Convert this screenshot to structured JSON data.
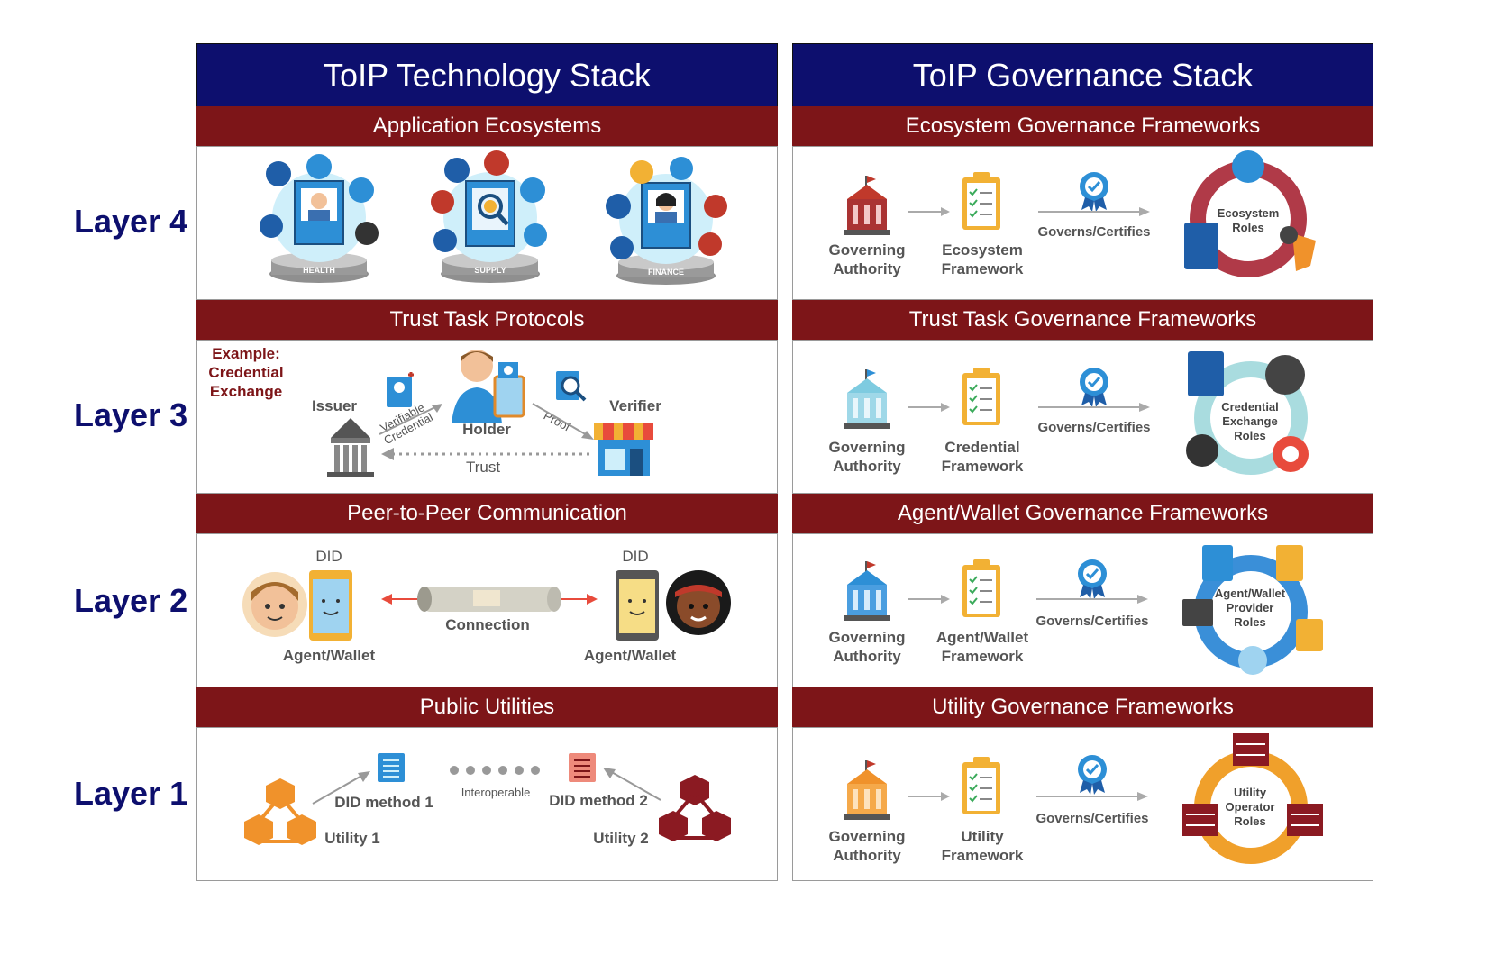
{
  "technology": {
    "title": "ToIP Technology Stack",
    "layer4": {
      "header": "Application Ecosystems",
      "hubs": [
        "HEALTH",
        "SUPPLY",
        "FINANCE"
      ]
    },
    "layer3": {
      "header": "Trust Task Protocols",
      "example": "Example:\nCredential\nExchange",
      "issuer": "Issuer",
      "holder": "Holder",
      "verifier": "Verifier",
      "verifiable_credential": "Verifiable\nCredential",
      "proof": "Proof",
      "trust": "Trust"
    },
    "layer2": {
      "header": "Peer-to-Peer Communication",
      "did_left": "DID",
      "did_right": "DID",
      "connection": "Connection",
      "agent_left": "Agent/Wallet",
      "agent_right": "Agent/Wallet"
    },
    "layer1": {
      "header": "Public Utilities",
      "did_method_1": "DID method 1",
      "did_method_2": "DID method 2",
      "interoperable": "Interoperable",
      "utility_1": "Utility 1",
      "utility_2": "Utility 2"
    }
  },
  "governance": {
    "title": "ToIP Governance Stack",
    "governs": "Governs/Certifies",
    "governing_authority": "Governing\nAuthority",
    "layer4": {
      "header": "Ecosystem Governance Frameworks",
      "framework": "Ecosystem\nFramework",
      "roles": "Ecosystem\nRoles"
    },
    "layer3": {
      "header": "Trust Task Governance Frameworks",
      "framework": "Credential\nFramework",
      "roles": "Credential\nExchange\nRoles"
    },
    "layer2": {
      "header": "Agent/Wallet Governance Frameworks",
      "framework": "Agent/Wallet\nFramework",
      "roles": "Agent/Wallet\nProvider\nRoles"
    },
    "layer1": {
      "header": "Utility Governance Frameworks",
      "framework": "Utility\nFramework",
      "roles": "Utility\nOperator\nRoles"
    }
  },
  "layers": [
    "Layer 4",
    "Layer 3",
    "Layer 2",
    "Layer 1"
  ],
  "colors": {
    "navy": "#0d0f6e",
    "maroon": "#7d1518",
    "blue": "#2f7fd0",
    "orange": "#f0922b"
  }
}
